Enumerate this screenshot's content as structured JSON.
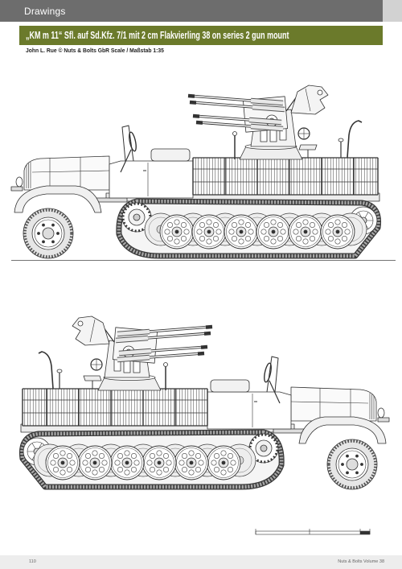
{
  "header": {
    "section": "Drawings"
  },
  "title": {
    "text": "„KM m 11“ Sfl. auf Sd.Kfz. 7/1 mit 2 cm Flakvierling 38 on series 2 gun mount"
  },
  "credit": {
    "text": "John L. Rue © Nuts & Bolts GbR Scale / Maßstab 1:35"
  },
  "footer": {
    "page_number": "110",
    "publication": "Nuts & Bolts Volume 38"
  },
  "colors": {
    "header_bg": "#6d6d6d",
    "title_bg": "#6b7a2b",
    "line": "#333333"
  }
}
